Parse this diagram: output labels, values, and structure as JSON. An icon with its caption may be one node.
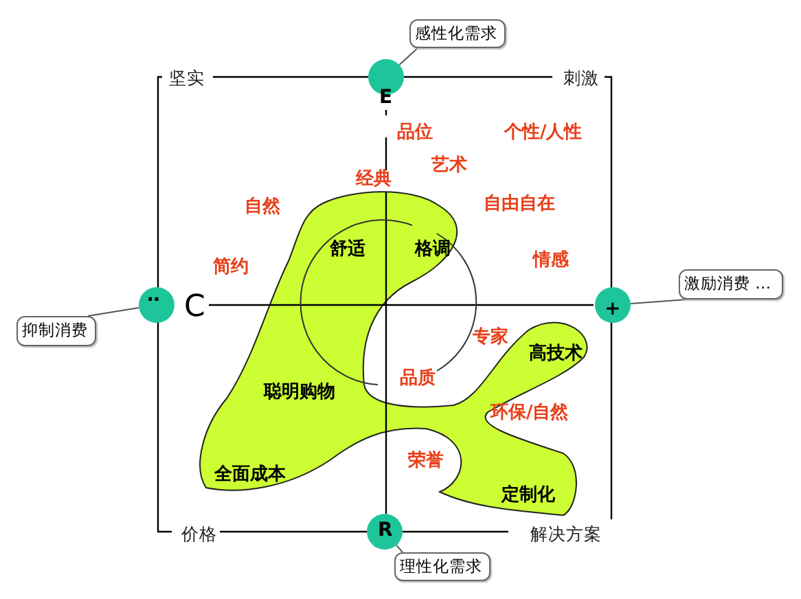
{
  "diagram": {
    "nodes": [
      {
        "text": [
          "感性化需求"
        ]
      },
      {
        "text": [
          "E"
        ]
      },
      {
        "text": [
          "舒适",
          "格调",
          "聪明购物",
          "全面成本",
          "高技术",
          "定制化"
        ]
      },
      {
        "text": [
          "‥"
        ],
        "beside": [
          "C"
        ]
      },
      {
        "text": [
          "+"
        ]
      },
      {
        "text": [
          "激励消费 …"
        ]
      },
      {
        "text": [
          "抑制消费"
        ]
      },
      {
        "text": [
          "R"
        ]
      },
      {
        "text": [
          "理性化需求"
        ]
      }
    ],
    "edges": [
      {
        "from": 0,
        "to": 1,
        "arrow": "none"
      },
      {
        "from": 5,
        "to": 4,
        "arrow": "none"
      },
      {
        "from": 6,
        "to": 3,
        "arrow": "none"
      },
      {
        "from": 8,
        "to": 7,
        "arrow": "none"
      }
    ],
    "labels": [
      "坚实",
      "刺激",
      "品位",
      "个性/人性",
      "艺术",
      "经典",
      "自然",
      "自由自在",
      "简约",
      "情感",
      "专家",
      "品质",
      "环保/自然",
      "荣誉",
      "价格",
      "解决方案"
    ]
  }
}
